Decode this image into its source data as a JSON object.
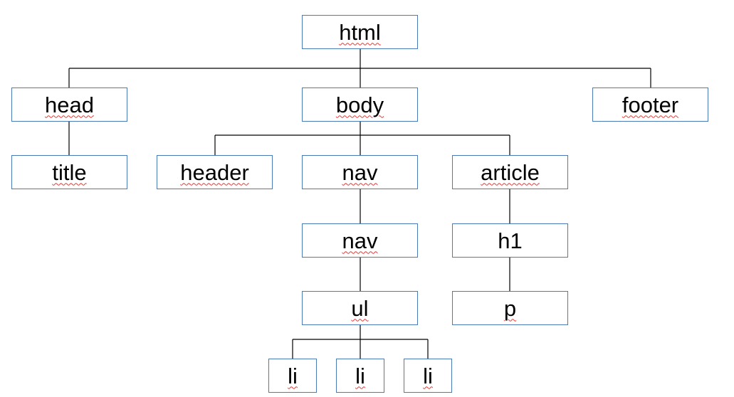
{
  "diagram": {
    "nodes": {
      "html": "html",
      "head": "head",
      "body": "body",
      "footer": "footer",
      "title": "title",
      "header": "header",
      "nav": "nav",
      "article": "article",
      "nav_inner": "nav",
      "h1": "h1",
      "ul": "ul",
      "p": "p",
      "li_1": "li",
      "li_2": "li",
      "li_3": "li"
    }
  },
  "colors": {
    "box_border": "#4a7bb8",
    "connector": "#000000",
    "spellcheck_underline": "#e53935"
  }
}
